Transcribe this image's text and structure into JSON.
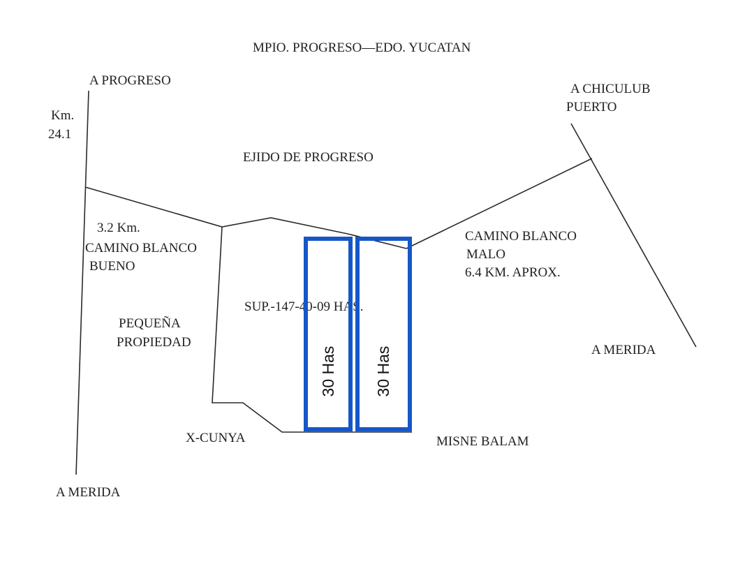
{
  "map": {
    "title": "MPIO. PROGRESO—EDO. YUCATAN",
    "labels": {
      "a_progreso": "A PROGRESO",
      "km_label": "Km.",
      "km_value": "24.1",
      "a_chiculub_line1": "A CHICULUB",
      "a_chiculub_line2": "PUERTO",
      "ejido": "EJIDO DE PROGRESO",
      "dist_bueno": "3.2 Km.",
      "camino_bueno_line1": "CAMINO BLANCO",
      "camino_bueno_line2": "BUENO",
      "camino_malo_line1": "CAMINO BLANCO",
      "camino_malo_line2": "MALO",
      "camino_malo_line3": "6.4 KM. APROX.",
      "superficie": "SUP.-147-40-09 HAS.",
      "pequena_line1": "PEQUEÑA",
      "pequena_line2": "PROPIEDAD",
      "a_merida_right": "A  MERIDA",
      "x_cunya": "X-CUNYA",
      "misne_balam": "MISNE BALAM",
      "a_merida_left": "A MERIDA"
    },
    "parcels": [
      {
        "label": "30 Has",
        "color": "#1657c7"
      },
      {
        "label": "30 Has",
        "color": "#1657c7"
      }
    ]
  }
}
